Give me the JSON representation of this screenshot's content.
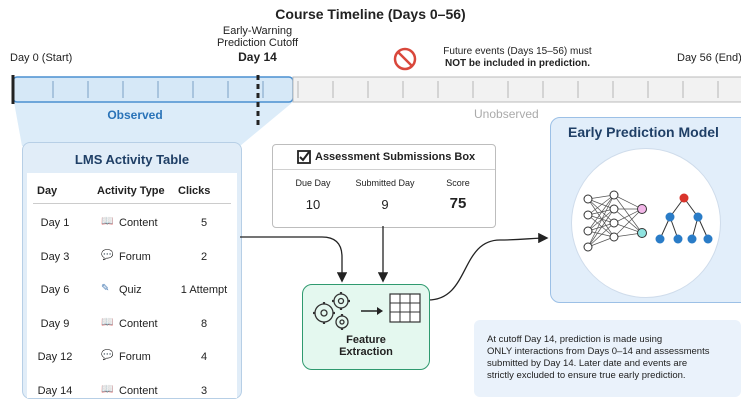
{
  "title": "Course Timeline (Days 0–56)",
  "timeline": {
    "start_label": "Day 0 (Start)",
    "end_label": "Day 56 (End)",
    "cutoff_title": "Early-Warning\nPrediction Cutoff",
    "cutoff_day": "Day 14",
    "warning_line1": "Future events (Days 15–56) must",
    "warning_line2": "NOT be included in prediction.",
    "observed_label": "Observed",
    "unobserved_label": "Unobserved",
    "total_days": 56,
    "cutoff_at": 14,
    "colors": {
      "observed": "#dcecf9",
      "unobserved": "#f2f2f2",
      "observed_text": "#2a73b8",
      "warning_icon": "#d9473b"
    }
  },
  "activity_table": {
    "title": "LMS Activity Table",
    "headers": [
      "Day",
      "Activity Type",
      "Clicks"
    ],
    "rows": [
      {
        "day": "Day 1",
        "icon": "book-icon",
        "glyph": "📖",
        "type": "Content",
        "clicks": "5"
      },
      {
        "day": "Day 3",
        "icon": "chat-bubble-icon",
        "glyph": "💬",
        "type": "Forum",
        "clicks": "2"
      },
      {
        "day": "Day 6",
        "icon": "pencil-icon",
        "glyph": "✎",
        "type": "Quiz",
        "clicks": "1 Attempt"
      },
      {
        "day": "Day 9",
        "icon": "book-icon",
        "glyph": "📖",
        "type": "Content",
        "clicks": "8"
      },
      {
        "day": "Day 12",
        "icon": "chat-bubble-icon",
        "glyph": "💬",
        "type": "Forum",
        "clicks": "4"
      },
      {
        "day": "Day 14",
        "icon": "book-icon",
        "glyph": "📖",
        "type": "Content",
        "clicks": "3"
      }
    ]
  },
  "assessment": {
    "title": "Assessment Submissions Box",
    "checkbox_icon": "checked-box-icon",
    "headers": [
      "Due Day",
      "Submitted Day",
      "Score"
    ],
    "values": [
      "10",
      "9",
      "75"
    ]
  },
  "feature": {
    "line1": "Feature",
    "line2": "Extraction",
    "icons": [
      "gears-icon",
      "arrow-right-icon",
      "grid-table-icon"
    ]
  },
  "model": {
    "title": "Early Prediction Model",
    "icons": [
      "neural-network-icon",
      "decision-tree-icon"
    ]
  },
  "note": {
    "line1": "At cutoff Day 14, prediction is made using",
    "line2": "ONLY interactions from Days 0–14 and assessments",
    "line3": "submitted by Day 14. Later date and events are",
    "line4": "strictly excluded to ensure true early prediction."
  }
}
